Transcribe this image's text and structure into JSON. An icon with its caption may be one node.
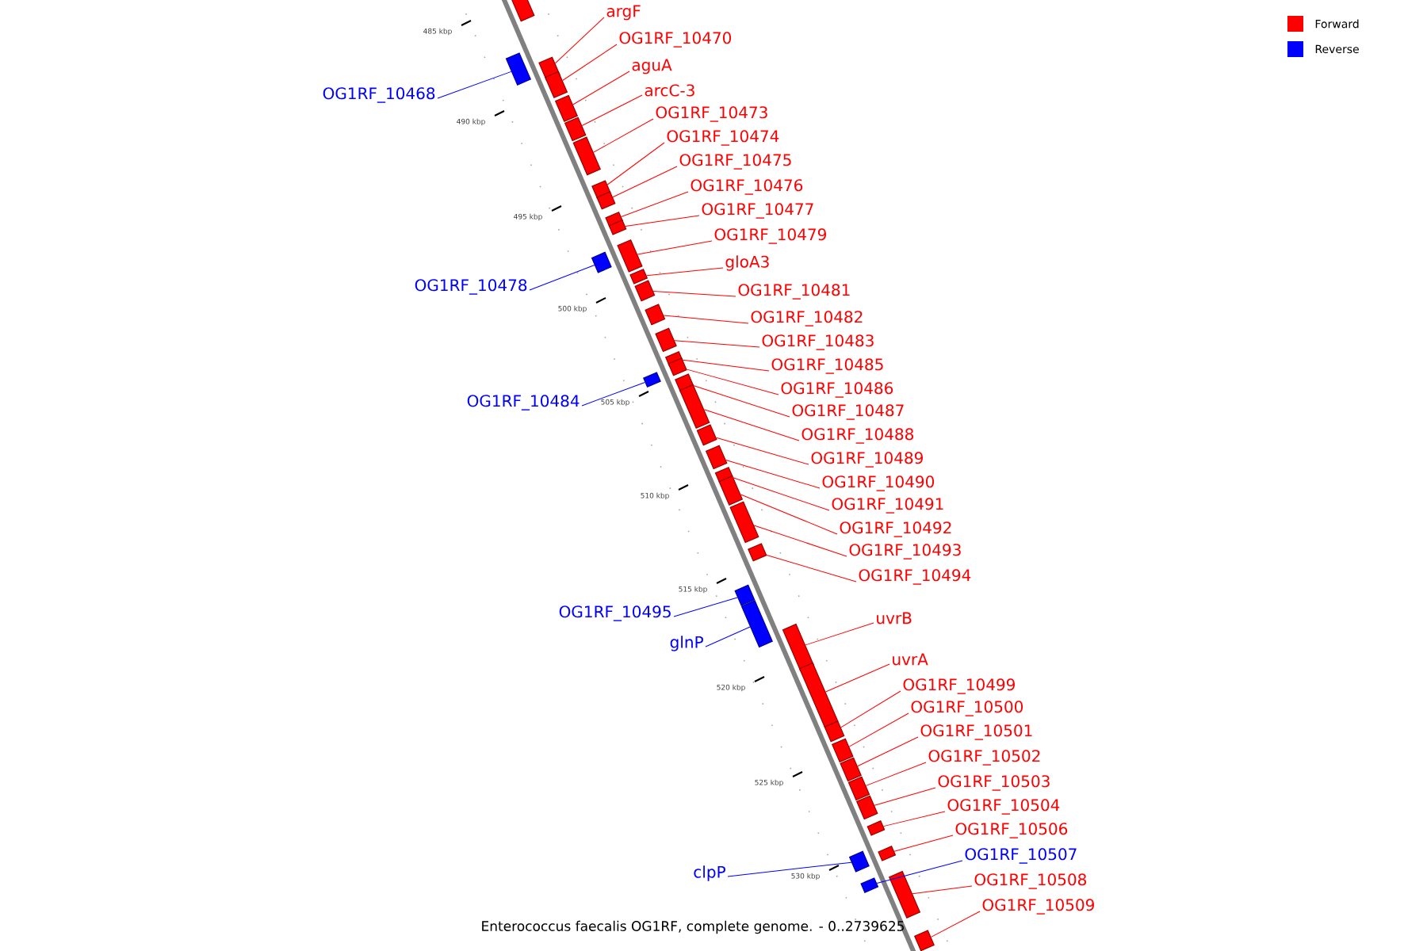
{
  "diagram": {
    "caption": "Enterococcus faecalis OG1RF, complete genome. - 0..2739625",
    "nodes": [
      {
        "text": [],
        "shape": "box"
      },
      {
        "text": [
          "argF"
        ]
      },
      {
        "text": [],
        "shape": "box"
      },
      {
        "text": [
          "OG1RF_10468"
        ]
      },
      {
        "text": [],
        "shape": "box"
      },
      {
        "text": [
          "OG1RF_10470"
        ]
      },
      {
        "text": [],
        "shape": "box"
      },
      {
        "text": [
          "aguA"
        ]
      },
      {
        "text": [],
        "shape": "box"
      },
      {
        "text": [
          "arcC-3"
        ]
      },
      {
        "text": [],
        "shape": "box"
      },
      {
        "text": [
          "OG1RF_10473"
        ]
      },
      {
        "text": [],
        "shape": "box"
      },
      {
        "text": [
          "OG1RF_10474"
        ]
      },
      {
        "text": [],
        "shape": "box"
      },
      {
        "text": [
          "OG1RF_10475"
        ]
      },
      {
        "text": [],
        "shape": "box"
      },
      {
        "text": [
          "OG1RF_10476"
        ]
      },
      {
        "text": [],
        "shape": "box"
      },
      {
        "text": [
          "OG1RF_10477"
        ]
      },
      {
        "text": [],
        "shape": "box"
      },
      {
        "text": [
          "OG1RF_10479"
        ]
      },
      {
        "text": [],
        "shape": "box"
      },
      {
        "text": [
          "OG1RF_10478"
        ]
      },
      {
        "text": [],
        "shape": "box"
      },
      {
        "text": [
          "gloA3"
        ]
      },
      {
        "text": [],
        "shape": "box"
      },
      {
        "text": [
          "OG1RF_10481"
        ]
      },
      {
        "text": [],
        "shape": "box"
      },
      {
        "text": [
          "OG1RF_10482"
        ]
      },
      {
        "text": [],
        "shape": "box"
      },
      {
        "text": [
          "OG1RF_10483"
        ]
      },
      {
        "text": [],
        "shape": "box"
      },
      {
        "text": [
          "OG1RF_10484"
        ]
      },
      {
        "text": [],
        "shape": "box"
      },
      {
        "text": [
          "OG1RF_10485"
        ]
      },
      {
        "text": [],
        "shape": "box"
      },
      {
        "text": [
          "OG1RF_10486"
        ]
      },
      {
        "text": [],
        "shape": "box"
      },
      {
        "text": [
          "OG1RF_10487"
        ]
      },
      {
        "text": [],
        "shape": "box"
      },
      {
        "text": [
          "OG1RF_10488"
        ]
      },
      {
        "text": [],
        "shape": "box"
      },
      {
        "text": [
          "OG1RF_10489"
        ]
      },
      {
        "text": [],
        "shape": "box"
      },
      {
        "text": [
          "OG1RF_10490"
        ]
      },
      {
        "text": [],
        "shape": "box"
      },
      {
        "text": [
          "OG1RF_10491"
        ]
      },
      {
        "text": [],
        "shape": "box"
      },
      {
        "text": [
          "OG1RF_10492"
        ]
      },
      {
        "text": [],
        "shape": "box"
      },
      {
        "text": [
          "OG1RF_10493"
        ]
      },
      {
        "text": [],
        "shape": "box"
      },
      {
        "text": [
          "OG1RF_10494"
        ]
      },
      {
        "text": [],
        "shape": "box"
      },
      {
        "text": [
          "OG1RF_10495"
        ]
      },
      {
        "text": [],
        "shape": "box"
      },
      {
        "text": [
          "glnP"
        ]
      },
      {
        "text": [],
        "shape": "box"
      },
      {
        "text": [
          "uvrB"
        ]
      },
      {
        "text": [],
        "shape": "box"
      },
      {
        "text": [
          "uvrA"
        ]
      },
      {
        "text": [],
        "shape": "box"
      },
      {
        "text": [
          "OG1RF_10499"
        ]
      },
      {
        "text": [],
        "shape": "box"
      },
      {
        "text": [
          "OG1RF_10500"
        ]
      },
      {
        "text": [],
        "shape": "box"
      },
      {
        "text": [
          "OG1RF_10501"
        ]
      },
      {
        "text": [],
        "shape": "box"
      },
      {
        "text": [
          "OG1RF_10502"
        ]
      },
      {
        "text": [],
        "shape": "box"
      },
      {
        "text": [
          "OG1RF_10503"
        ]
      },
      {
        "text": [],
        "shape": "box"
      },
      {
        "text": [
          "OG1RF_10504"
        ]
      },
      {
        "text": [],
        "shape": "box"
      },
      {
        "text": [
          "OG1RF_10506"
        ]
      },
      {
        "text": [],
        "shape": "box"
      },
      {
        "text": [
          "OG1RF_10507"
        ]
      },
      {
        "text": [],
        "shape": "box"
      },
      {
        "text": [
          "clpP"
        ]
      },
      {
        "text": [],
        "shape": "box"
      },
      {
        "text": [
          "OG1RF_10508"
        ]
      },
      {
        "text": [],
        "shape": "box"
      },
      {
        "text": [
          "OG1RF_10509"
        ]
      },
      {
        "text": [],
        "shape": "box"
      }
    ],
    "edges": [
      {
        "from": 1,
        "to": 2,
        "arrow": "none"
      },
      {
        "from": 3,
        "to": 4,
        "arrow": "none",
        "color": "#0000ff"
      },
      {
        "from": 5,
        "to": 6,
        "arrow": "none"
      },
      {
        "from": 7,
        "to": 8,
        "arrow": "none"
      },
      {
        "from": 9,
        "to": 10,
        "arrow": "none"
      },
      {
        "from": 11,
        "to": 12,
        "arrow": "none"
      },
      {
        "from": 13,
        "to": 14,
        "arrow": "none"
      },
      {
        "from": 15,
        "to": 16,
        "arrow": "none"
      },
      {
        "from": 17,
        "to": 18,
        "arrow": "none"
      },
      {
        "from": 19,
        "to": 20,
        "arrow": "none"
      },
      {
        "from": 21,
        "to": 22,
        "arrow": "none"
      },
      {
        "from": 23,
        "to": 24,
        "arrow": "none",
        "color": "#0000ff"
      },
      {
        "from": 25,
        "to": 26,
        "arrow": "none"
      },
      {
        "from": 27,
        "to": 28,
        "arrow": "none"
      },
      {
        "from": 29,
        "to": 30,
        "arrow": "none"
      },
      {
        "from": 31,
        "to": 32,
        "arrow": "none"
      },
      {
        "from": 33,
        "to": 34,
        "arrow": "none",
        "color": "#0000ff"
      },
      {
        "from": 35,
        "to": 36,
        "arrow": "none"
      },
      {
        "from": 37,
        "to": 38,
        "arrow": "none"
      },
      {
        "from": 39,
        "to": 40,
        "arrow": "none"
      },
      {
        "from": 41,
        "to": 42,
        "arrow": "none"
      },
      {
        "from": 43,
        "to": 44,
        "arrow": "none"
      },
      {
        "from": 45,
        "to": 46,
        "arrow": "none"
      },
      {
        "from": 47,
        "to": 48,
        "arrow": "none"
      },
      {
        "from": 49,
        "to": 50,
        "arrow": "none"
      },
      {
        "from": 51,
        "to": 52,
        "arrow": "none"
      },
      {
        "from": 53,
        "to": 54,
        "arrow": "none"
      },
      {
        "from": 55,
        "to": 56,
        "arrow": "none",
        "color": "#0000ff"
      },
      {
        "from": 57,
        "to": 58,
        "arrow": "none",
        "color": "#0000ff"
      },
      {
        "from": 59,
        "to": 60,
        "arrow": "none"
      },
      {
        "from": 61,
        "to": 62,
        "arrow": "none"
      },
      {
        "from": 63,
        "to": 64,
        "arrow": "none"
      },
      {
        "from": 65,
        "to": 66,
        "arrow": "none"
      },
      {
        "from": 67,
        "to": 68,
        "arrow": "none"
      },
      {
        "from": 69,
        "to": 70,
        "arrow": "none"
      },
      {
        "from": 71,
        "to": 72,
        "arrow": "none"
      },
      {
        "from": 73,
        "to": 74,
        "arrow": "none"
      },
      {
        "from": 75,
        "to": 76,
        "arrow": "none"
      },
      {
        "from": 77,
        "to": 78,
        "arrow": "none",
        "color": "#0000ff"
      },
      {
        "from": 79,
        "to": 80,
        "arrow": "none",
        "color": "#0000ff"
      },
      {
        "from": 81,
        "to": 82,
        "arrow": "none"
      },
      {
        "from": 83,
        "to": 84,
        "arrow": "none"
      }
    ],
    "labels": [
      "485 kbp",
      "490 kbp",
      "495 kbp",
      "500 kbp",
      "505 kbp",
      "510 kbp",
      "515 kbp",
      "520 kbp",
      "525 kbp",
      "530 kbp"
    ],
    "legend": [
      {
        "text": "Forward",
        "color": "#ff0000"
      },
      {
        "text": "Reverse",
        "color": "#0000ff"
      }
    ]
  }
}
